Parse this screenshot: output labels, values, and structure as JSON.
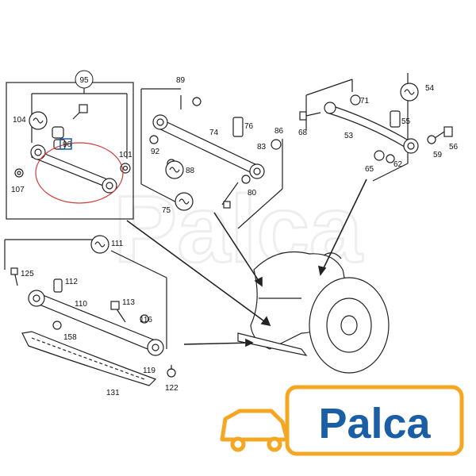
{
  "callouts": [
    {
      "id": "p95",
      "text": "95"
    },
    {
      "id": "p104",
      "text": "104"
    },
    {
      "id": "p96",
      "text": "96"
    },
    {
      "id": "p101",
      "text": "101"
    },
    {
      "id": "p107",
      "text": "107"
    },
    {
      "id": "p89",
      "text": "89"
    },
    {
      "id": "p74",
      "text": "74"
    },
    {
      "id": "p76",
      "text": "76"
    },
    {
      "id": "p86",
      "text": "86"
    },
    {
      "id": "p92",
      "text": "92"
    },
    {
      "id": "p83",
      "text": "83"
    },
    {
      "id": "p88",
      "text": "88"
    },
    {
      "id": "p80",
      "text": "80"
    },
    {
      "id": "p75",
      "text": "75"
    },
    {
      "id": "p54",
      "text": "54"
    },
    {
      "id": "p71",
      "text": "71"
    },
    {
      "id": "p68",
      "text": "68"
    },
    {
      "id": "p55",
      "text": "55"
    },
    {
      "id": "p53",
      "text": "53"
    },
    {
      "id": "p56",
      "text": "56"
    },
    {
      "id": "p59",
      "text": "59"
    },
    {
      "id": "p65",
      "text": "65"
    },
    {
      "id": "p62",
      "text": "62"
    },
    {
      "id": "p111",
      "text": "111"
    },
    {
      "id": "p125",
      "text": "125"
    },
    {
      "id": "p112",
      "text": "112"
    },
    {
      "id": "p110",
      "text": "110"
    },
    {
      "id": "p113",
      "text": "113"
    },
    {
      "id": "p116",
      "text": "116"
    },
    {
      "id": "p158",
      "text": "158"
    },
    {
      "id": "p119",
      "text": "119"
    },
    {
      "id": "p122",
      "text": "122"
    },
    {
      "id": "p131",
      "text": "131"
    }
  ],
  "brand": {
    "name": "Palca",
    "primary_color": "#1a5ea8",
    "accent_color": "#f5a623"
  },
  "colors": {
    "line": "#222222",
    "highlight_ring": "#d43a3a",
    "highlight_box": "#1a5ea8",
    "watermark": "#e6e6e6"
  }
}
